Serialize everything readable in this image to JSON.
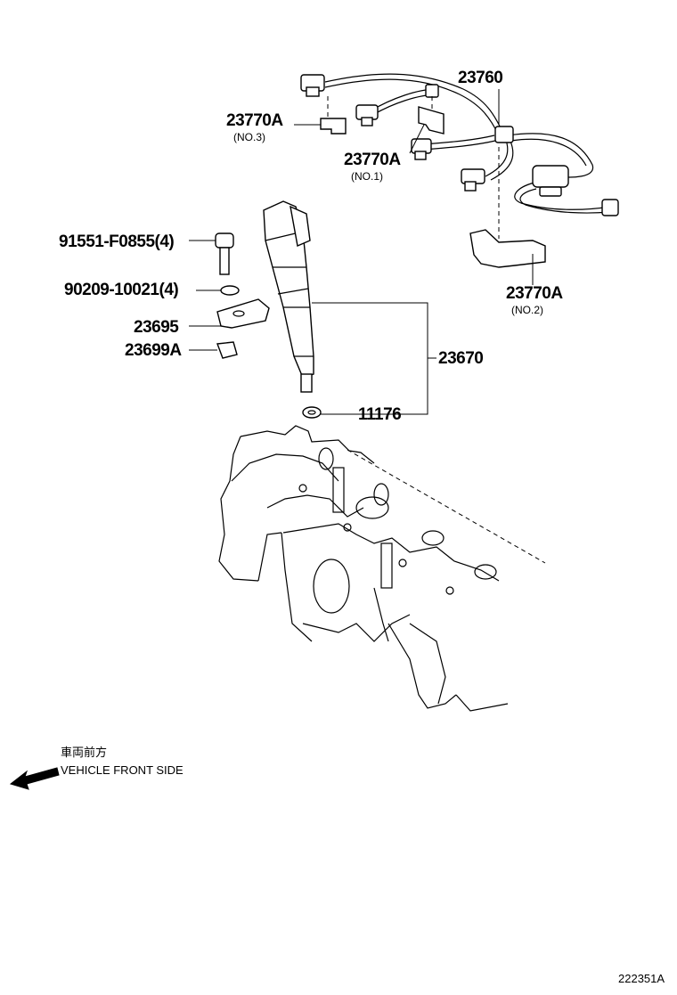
{
  "labels": {
    "p23760": "23760",
    "p23770a_no3": "23770A",
    "no3": "(NO.3)",
    "p23770a_no1": "23770A",
    "no1": "(NO.1)",
    "p91551": "91551-F0855(4)",
    "p90209": "90209-10021(4)",
    "p23695": "23695",
    "p23699a": "23699A",
    "p23670": "23670",
    "p11176": "11176",
    "p23770a_no2": "23770A",
    "no2": "(NO.2)"
  },
  "direction": {
    "jp": "車両前方",
    "en": "VEHICLE FRONT SIDE",
    "icon": "arrow-left-down-icon"
  },
  "figure_id": "222351A"
}
